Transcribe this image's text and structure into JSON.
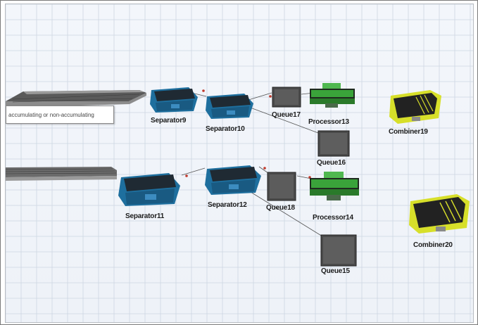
{
  "tooltip": {
    "text": "accumulating or non-accumulating"
  },
  "objects": {
    "separator9": "Separator9",
    "separator10": "Separator10",
    "separator11": "Separator11",
    "separator12": "Separator12",
    "queue15": "Queue15",
    "queue16": "Queue16",
    "queue17": "Queue17",
    "queue18": "Queue18",
    "processor13": "Processor13",
    "processor14": "Processor14",
    "combiner19": "Combiner19",
    "combiner20": "Combiner20"
  },
  "colors": {
    "separator": "#1e6f9e",
    "processor": "#3aa33a",
    "combiner": "#d7df2a",
    "queue": "#4a4a4a",
    "connector": "#7a3030"
  }
}
